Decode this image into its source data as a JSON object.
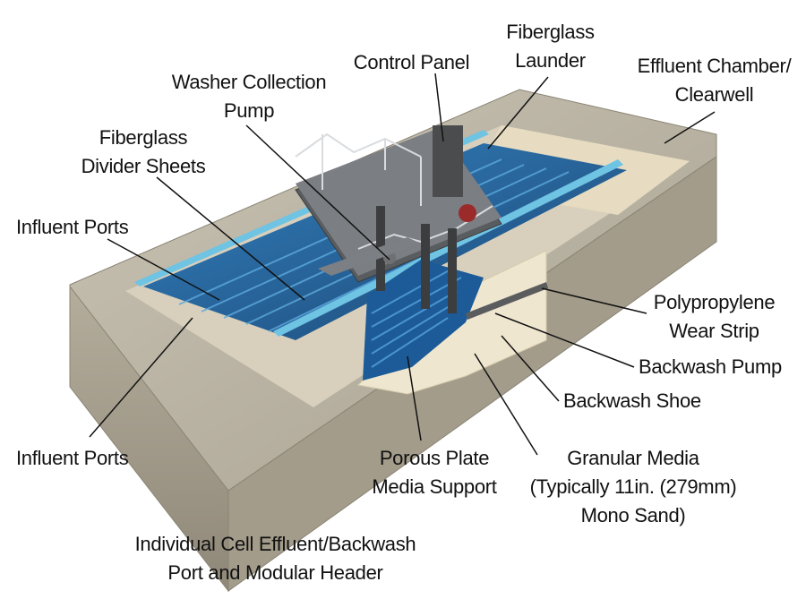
{
  "labels": {
    "fiberglass_launder": [
      "Fiberglass",
      "Launder"
    ],
    "control_panel": [
      "Control Panel"
    ],
    "effluent_chamber": [
      "Effluent Chamber/",
      "Clearwell"
    ],
    "washer_collection_pump": [
      "Washer Collection",
      "Pump"
    ],
    "fiberglass_divider_sheets": [
      "Fiberglass",
      "Divider Sheets"
    ],
    "influent_ports_top": [
      "Influent Ports"
    ],
    "polypropylene_wear_strip": [
      "Polypropylene",
      "Wear Strip"
    ],
    "backwash_pump": [
      "Backwash Pump"
    ],
    "backwash_shoe": [
      "Backwash Shoe"
    ],
    "influent_ports_bottom": [
      "Influent Ports"
    ],
    "porous_plate_media_support": [
      "Porous Plate",
      "Media Support"
    ],
    "granular_media": [
      "Granular Media",
      "(Typically 11in. (279mm)",
      "Mono Sand)"
    ],
    "individual_cell_effluent": [
      "Individual Cell Effluent/Backwash",
      "Port and Modular Header"
    ]
  },
  "colors": {
    "concrete": "#b9b2a2",
    "concrete_dark": "#958e7e",
    "water_blue": "#1d6aa5",
    "sand": "#efe6cf",
    "steel": "#4e5052"
  }
}
